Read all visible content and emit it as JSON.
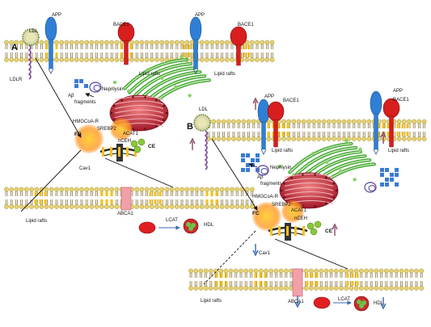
{
  "panels": {
    "a": "A",
    "b": "B"
  },
  "labels": {
    "app": "APP",
    "bace1": "BACE1",
    "ldl": "LDL",
    "ldlr": "LDLR",
    "lipid_rafts": "Lipid rafts",
    "ab": "Aβ",
    "fragments": "fragments",
    "neprilysin": "Neprilysin",
    "hmgcoa_r": "HMGCoA-R",
    "srebp2": "SREBP2",
    "acat1": "ACAT1",
    "ncem": "nCEH",
    "fc": "FC",
    "ce": "CE",
    "cav1": "Cav1",
    "abca1": "ABCA1",
    "lcat": "LCAT",
    "hdl": "HDL"
  },
  "colors": {
    "app": "#2f7fd6",
    "bace1": "#d81e1e",
    "lipid_head": "#e8d26a",
    "lipid_tail": "#8a7a48",
    "raft_chol": "#f2c21a",
    "golgi": "#4aa83a",
    "er": "#c8283c",
    "abca1": "#f2a0a8",
    "lcat": "#e02020",
    "hdl": "#cc2a2a",
    "hdl_core": "#6cc24a",
    "ab_fragment": "#3a7bd5",
    "neprilysin": "#6a5aa8",
    "ldlr": "#7a4a9a",
    "up_arrow": "#8a4a6a",
    "down_arrow": "#3a6bb0"
  }
}
